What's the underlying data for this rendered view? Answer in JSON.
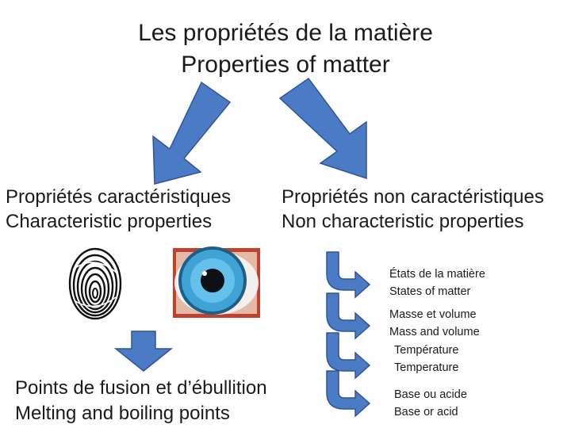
{
  "title": {
    "line1": "Les propriétés de la matière",
    "line2": "Properties of matter"
  },
  "left_branch": {
    "line1": "Propriétés caractéristiques",
    "line2": "Characteristic properties"
  },
  "right_branch": {
    "line1": "Propriétés non caractéristiques",
    "line2": "Non characteristic properties"
  },
  "examples": {
    "fingerprint": "fingerprint-image",
    "eye": "eye-image"
  },
  "bottom_left": {
    "line1": "Points de fusion et d’ébullition",
    "line2": "Melting and boiling points"
  },
  "list_items": [
    {
      "line1": "États de la matière",
      "line2": "States of matter"
    },
    {
      "line1": "Masse et volume",
      "line2": "Mass and volume"
    },
    {
      "line1": "Température",
      "line2": "Temperature"
    },
    {
      "line1": "Base ou acide",
      "line2": "Base or acid"
    }
  ],
  "colors": {
    "arrow_fill": "#4a7bc4",
    "arrow_stroke": "#2f5597",
    "iris": "#3fa3d6"
  }
}
